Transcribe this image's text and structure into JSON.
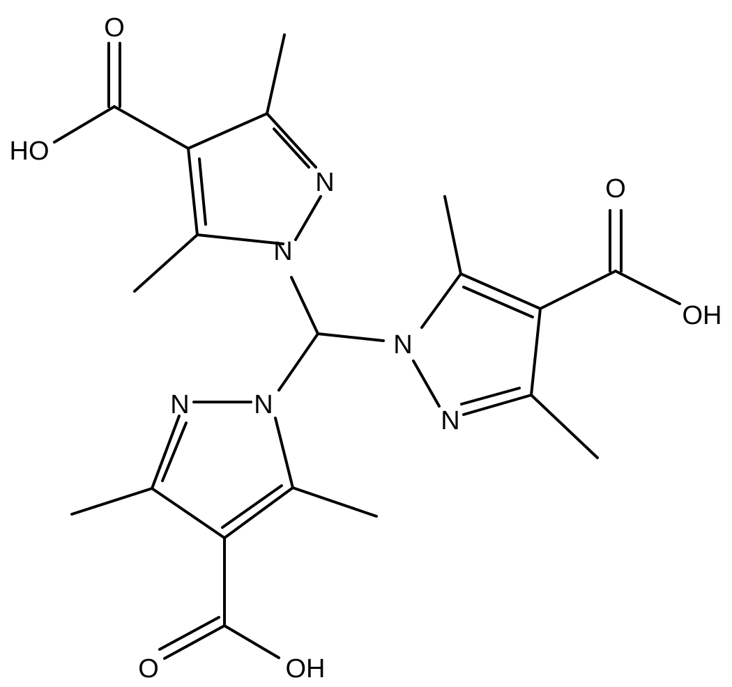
{
  "molecule": {
    "labels": {
      "n_top_1": "N",
      "n_top_2": "N",
      "n_right_1": "N",
      "n_right_2": "N",
      "n_left_1": "N",
      "n_left_2": "N",
      "o_top": "O",
      "oh_top": "HO",
      "o_right": "O",
      "oh_right": "OH",
      "o_bottom": "O",
      "oh_bottom": "OH"
    }
  }
}
